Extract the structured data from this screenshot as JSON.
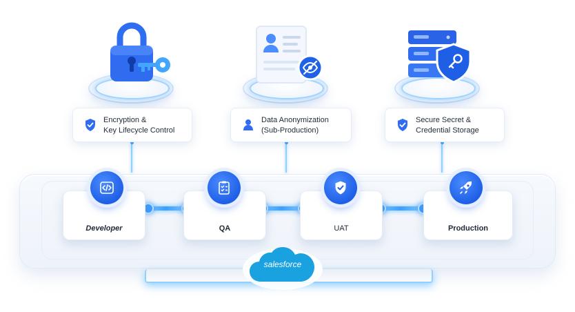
{
  "stages": [
    {
      "label": "Developer",
      "icon": "code-icon"
    },
    {
      "label": "QA",
      "icon": "clipboard-check-icon"
    },
    {
      "label": "UAT",
      "icon": "shield-check-icon"
    },
    {
      "label": "Production",
      "icon": "rocket-icon"
    }
  ],
  "features": [
    {
      "line1": "Encryption &",
      "line2": "Key Lifecycle Control",
      "icon": "shield-check-icon",
      "illustration": "padlock-key-icon"
    },
    {
      "line1": "Data Anonymization",
      "line2": "(Sub-Production)",
      "icon": "user-icon",
      "illustration": "id-document-hidden-icon"
    },
    {
      "line1": "Secure Secret &",
      "line2": "Credential Storage",
      "icon": "shield-check-icon",
      "illustration": "server-shield-key-icon"
    }
  ],
  "platform": {
    "logo_text": "salesforce"
  },
  "colors": {
    "accent": "#1f5fe6",
    "glow": "#3aa0ff",
    "cloud": "#1aa2e0"
  }
}
